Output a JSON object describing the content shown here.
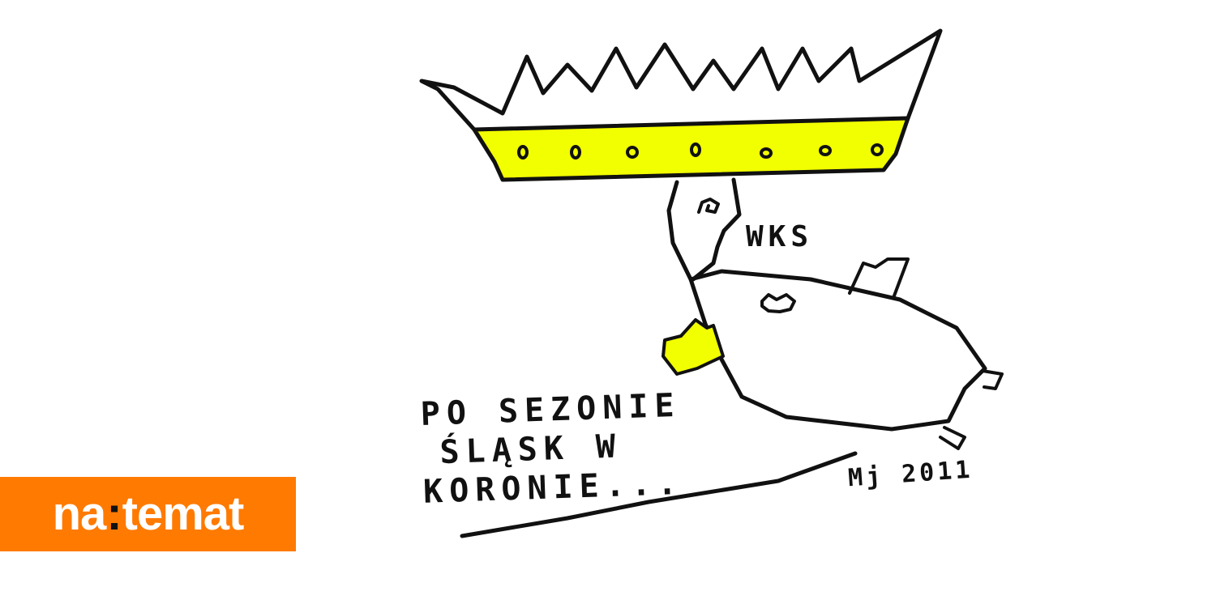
{
  "cartoon": {
    "caption_lines": [
      "PO SEZONIE",
      "ŚLĄSK W",
      "KORONIE..."
    ],
    "chest_label": "WKS",
    "signature": "Mj 2011",
    "colors": {
      "ink": "#111111",
      "crown_band": "#f2ff00",
      "background": "#ffffff"
    }
  },
  "brand": {
    "name_left": "na",
    "separator": ":",
    "name_right": "temat",
    "color": "#ff7a00"
  }
}
